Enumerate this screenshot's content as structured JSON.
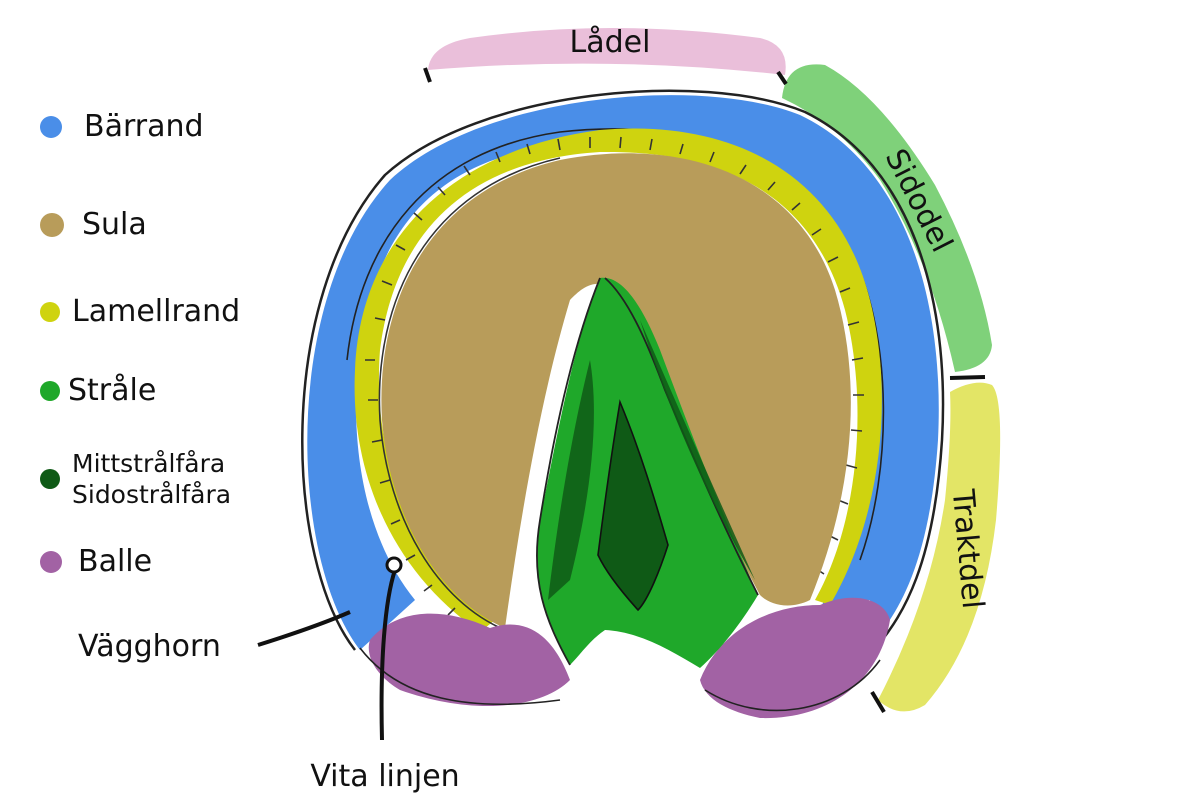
{
  "legend": {
    "barrand": {
      "label": "Bärrand",
      "color": "#4a8ee8"
    },
    "sula": {
      "label": "Sula",
      "color": "#b89c5a"
    },
    "lamellrand": {
      "label": "Lamellrand",
      "color": "#cfd30f"
    },
    "strale": {
      "label": "Stråle",
      "color": "#1fa82a"
    },
    "strålfåra": {
      "line1": "Mittstrålfåra",
      "line2": "Sidostrålfåra",
      "color": "#0f5a16"
    },
    "balle": {
      "label": "Balle",
      "color": "#a262a4"
    }
  },
  "regions": {
    "ladel": {
      "label": "Lådel",
      "color": "#eabfda"
    },
    "sidodel": {
      "label": "Sidodel",
      "color": "#7fd17a"
    },
    "traktdel": {
      "label": "Traktdel",
      "color": "#e3e566"
    }
  },
  "callouts": {
    "vagghorn": "Vägghorn",
    "vita_linjen": "Vita linjen"
  }
}
